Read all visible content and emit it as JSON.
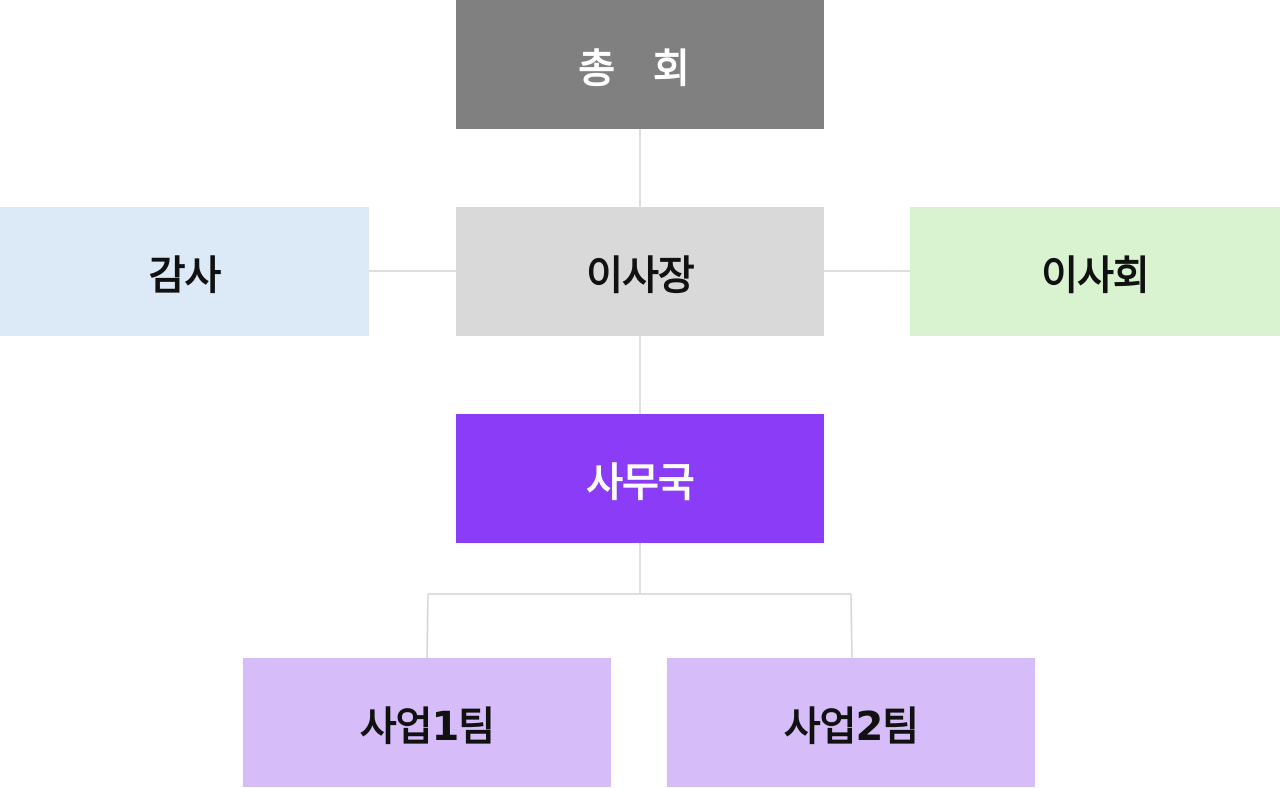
{
  "org_chart": {
    "general_assembly": {
      "label": "총 회",
      "bg": "#808080",
      "fg": "#ffffff"
    },
    "auditor": {
      "label": "감사",
      "bg": "#dce9f6",
      "fg": "#111111"
    },
    "chairman": {
      "label": "이사장",
      "bg": "#d9d9d9",
      "fg": "#111111"
    },
    "board": {
      "label": "이사회",
      "bg": "#d9f2d0",
      "fg": "#111111"
    },
    "secretariat": {
      "label": "사무국",
      "bg": "#8b3cf7",
      "fg": "#ffffff"
    },
    "team1": {
      "label": "사업1팀",
      "bg": "#d6bdf9",
      "fg": "#111111"
    },
    "team2": {
      "label": "사업2팀",
      "bg": "#d6bdf9",
      "fg": "#111111"
    }
  },
  "connector_color": "#d4d4d4"
}
